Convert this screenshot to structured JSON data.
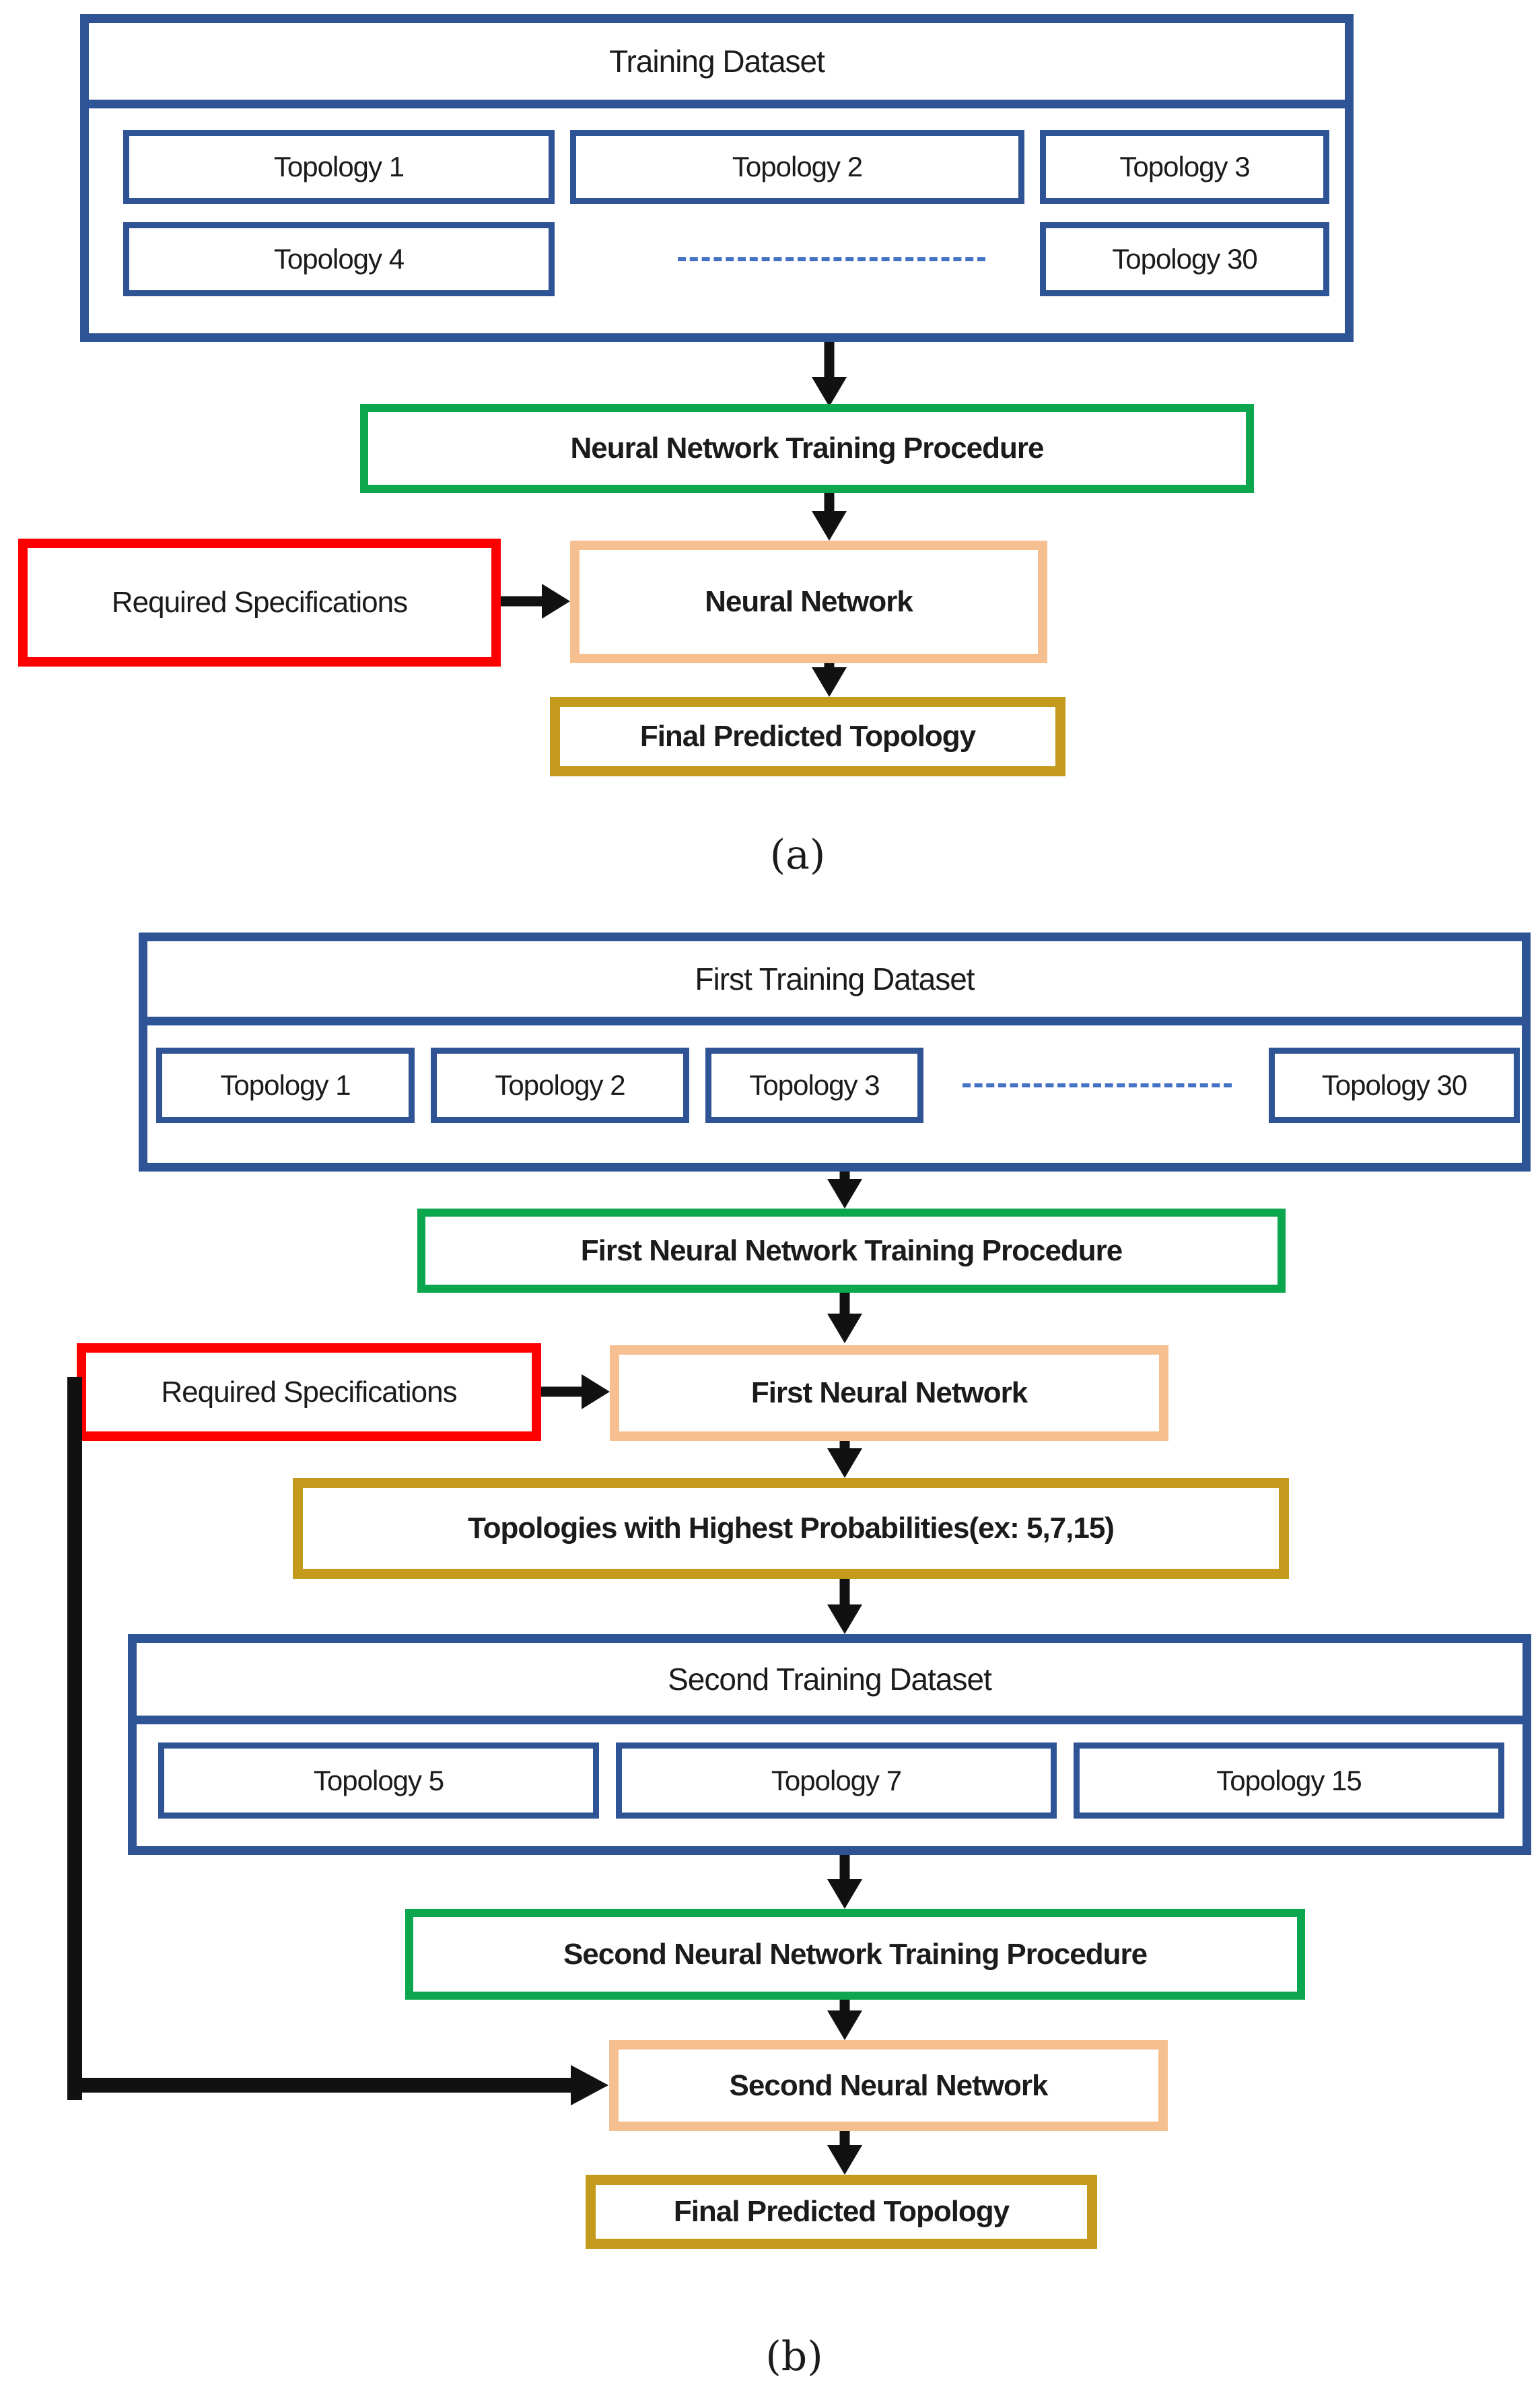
{
  "figure": {
    "part_a": {
      "caption": "(a)",
      "dataset": {
        "title": "Training Dataset",
        "topologies": [
          "Topology 1",
          "Topology 2",
          "Topology 3",
          "Topology 4",
          "Topology 30"
        ]
      },
      "procedure": "Neural Network Training Procedure",
      "required_specs": "Required Specifications",
      "network": "Neural Network",
      "final": "Final Predicted Topology"
    },
    "part_b": {
      "caption": "(b)",
      "dataset1": {
        "title": "First Training Dataset",
        "topologies": [
          "Topology 1",
          "Topology 2",
          "Topology 3",
          "Topology 30"
        ]
      },
      "procedure1": "First Neural Network Training Procedure",
      "required_specs": "Required Specifications",
      "network1": "First Neural Network",
      "highest_probabilities": "Topologies with Highest Probabilities(ex: 5,7,15)",
      "dataset2": {
        "title": "Second Training Dataset",
        "topologies": [
          "Topology 5",
          "Topology 7",
          "Topology 15"
        ]
      },
      "procedure2": "Second Neural Network Training Procedure",
      "network2": "Second Neural Network",
      "final": "Final Predicted Topology"
    },
    "colors": {
      "dataset_border": "#2F5496",
      "procedure_border": "#0BA64E",
      "specs_border": "#FC0000",
      "network_border": "#F5BF90",
      "result_border": "#C49A1C",
      "dashed_connector": "#4472C4",
      "arrow": "#111111"
    }
  }
}
